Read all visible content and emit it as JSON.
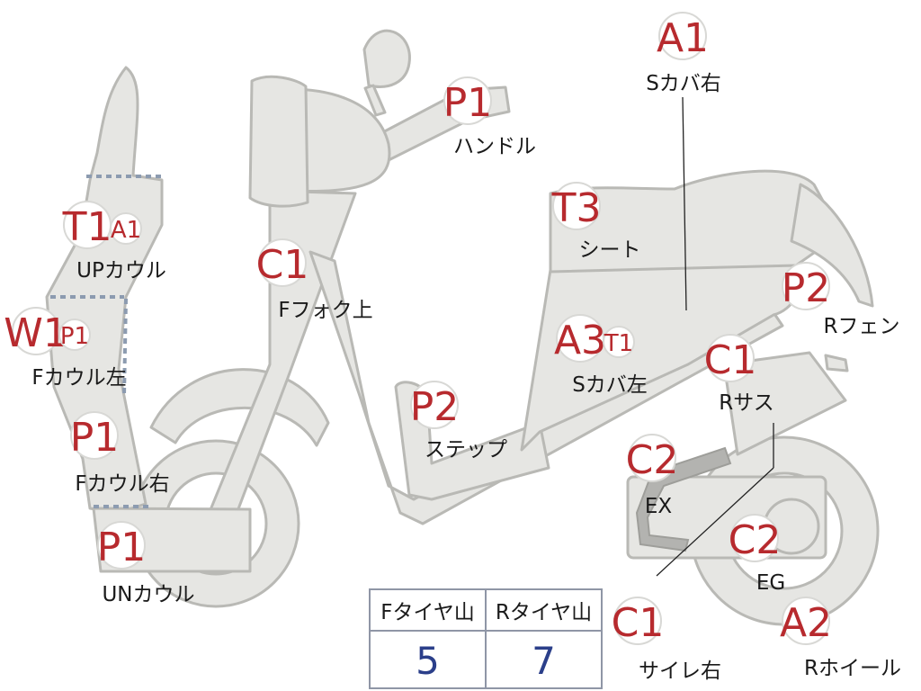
{
  "parts": [
    {
      "id": "handle",
      "grade": "P1",
      "label": "ハンドル"
    },
    {
      "id": "s-cover-right",
      "grade": "A1",
      "label": "Sカバ右"
    },
    {
      "id": "up-cowl",
      "grade": "T1",
      "sub_grade": "A1",
      "label": "UPカウル"
    },
    {
      "id": "f-fork-upper",
      "grade": "C1",
      "label": "Fフォク上"
    },
    {
      "id": "seat",
      "grade": "T3",
      "label": "シート"
    },
    {
      "id": "r-fender",
      "grade": "P2",
      "label": "Rフェン"
    },
    {
      "id": "f-cowl-left",
      "grade": "W1",
      "sub_grade": "P1",
      "label": "Fカウル左"
    },
    {
      "id": "s-cover-left",
      "grade": "A3",
      "sub_grade": "T1",
      "label": "Sカバ左"
    },
    {
      "id": "r-suspension",
      "grade": "C1",
      "label": "Rサス"
    },
    {
      "id": "step",
      "grade": "P2",
      "label": "ステップ"
    },
    {
      "id": "f-cowl-right",
      "grade": "P1",
      "label": "Fカウル右"
    },
    {
      "id": "exhaust",
      "grade": "C2",
      "label": "EX"
    },
    {
      "id": "engine",
      "grade": "C2",
      "label": "EG"
    },
    {
      "id": "un-cowl",
      "grade": "P1",
      "label": "UNカウル"
    },
    {
      "id": "r-wheel",
      "grade": "A2",
      "label": "Rホイール"
    },
    {
      "id": "silencer-right",
      "grade": "C1",
      "label": "サイレ右"
    }
  ],
  "tire_table": {
    "headers": [
      "Fタイヤ山",
      "Rタイヤ山"
    ],
    "values": [
      "5",
      "7"
    ]
  },
  "colors": {
    "grade": "#b72a2e",
    "tire_value": "#2b3f8a",
    "part_fill": "#e6e6e3",
    "part_stroke": "#b9b9b5"
  }
}
